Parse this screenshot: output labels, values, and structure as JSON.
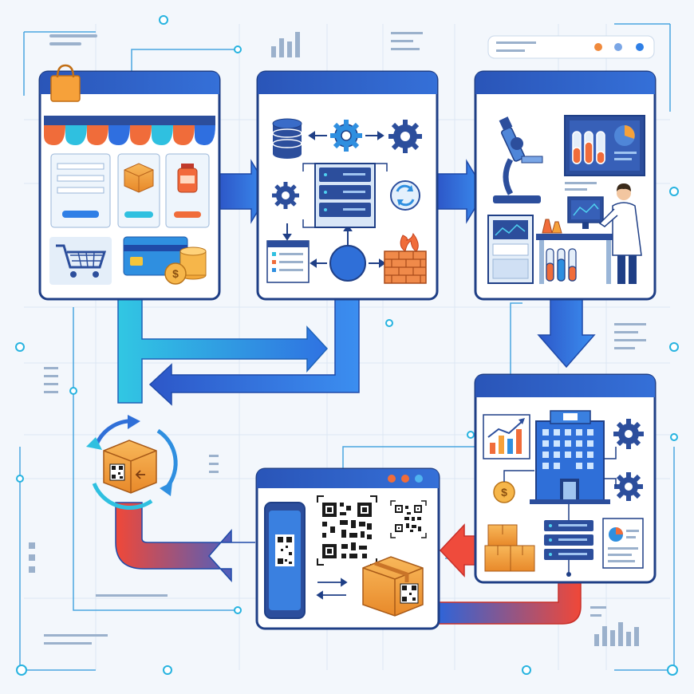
{
  "diagram": {
    "panels": [
      {
        "id": "storefront",
        "icons": [
          "shopping-bag-icon",
          "awning-icon",
          "login-form-icon",
          "package-icon",
          "product-jar-icon",
          "shopping-cart-icon",
          "credit-card-icon",
          "coin-stack-icon"
        ]
      },
      {
        "id": "backend",
        "icons": [
          "database-icon",
          "gear-icon",
          "server-rack-icon",
          "sync-icon",
          "dashboard-window-icon",
          "node-circle-icon",
          "firewall-icon"
        ]
      },
      {
        "id": "laboratory",
        "icons": [
          "microscope-icon",
          "test-tube-chart-icon",
          "lab-computer-icon",
          "scientist-icon",
          "lab-bench-icon",
          "test-tubes-icon"
        ]
      },
      {
        "id": "enterprise",
        "icons": [
          "bar-chart-icon",
          "office-building-icon",
          "gear-icon",
          "dollar-coin-icon",
          "package-stack-icon",
          "server-icon",
          "report-document-icon"
        ]
      },
      {
        "id": "qr-logistics",
        "icons": [
          "smartphone-qr-icon",
          "qr-code-icon",
          "qr-code-icon",
          "qr-package-icon",
          "transfer-arrows-icon"
        ]
      }
    ],
    "cycle_node": {
      "icons": [
        "recycle-arrows-icon",
        "qr-package-icon"
      ]
    },
    "colors": {
      "panel_header": "#2f5fbf",
      "panel_border": "#1f3f86",
      "arrow_blue": "#2f6fe0",
      "arrow_teal": "#2fc0e0",
      "arrow_red": "#ef4b3c",
      "accent_orange": "#f6a13a",
      "grid_line": "#d9e4f1"
    }
  }
}
